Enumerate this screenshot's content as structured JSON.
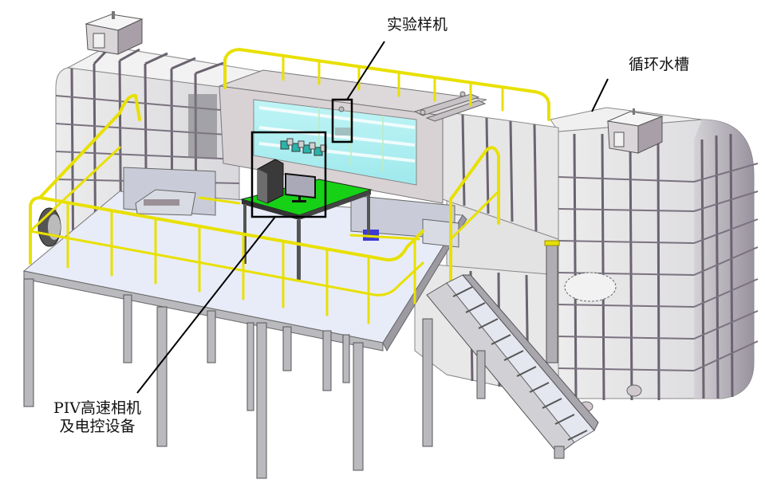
{
  "figure": {
    "subject": "circulating water tunnel test rig",
    "colors": {
      "tank_light": "#e6e6e6",
      "tank_shade": "#c9c6cc",
      "rib": "#6b6370",
      "rail_yellow": "#e8e000",
      "rail_dark": "#a59e00",
      "glass": "#a8eef0",
      "table_green": "#16d116",
      "frame_steel": "#b9b9be",
      "deck": "#e8ecf8",
      "camera_teal": "#2bb3aa",
      "callout_line": "#000000"
    }
  },
  "labels": {
    "test_prototype": "实验样机",
    "circulating_tank": "循环水槽",
    "piv_line1": "PIV高速相机",
    "piv_line2": "及电控设备"
  },
  "components": [
    {
      "id": "test_section",
      "name": "glass test section"
    },
    {
      "id": "piv_cameras",
      "count": 4
    },
    {
      "id": "computer",
      "parts": [
        "tower",
        "monitor"
      ]
    },
    {
      "id": "platform",
      "name": "operation platform with guard rail"
    },
    {
      "id": "staircase",
      "steps": 10
    }
  ]
}
